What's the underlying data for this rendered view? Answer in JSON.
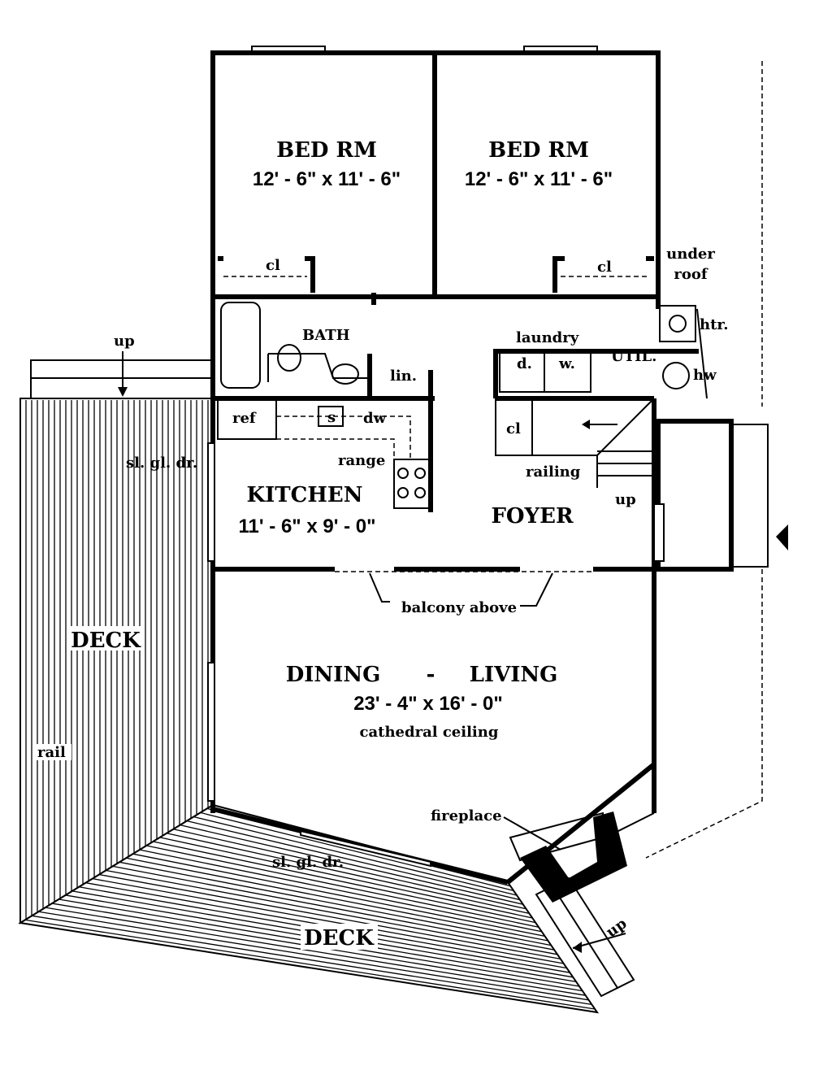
{
  "title": "Floor Plan",
  "rooms": {
    "bed1": {
      "name": "BED RM",
      "size": "12' - 6\" x 11' - 6\"",
      "closet": "cl"
    },
    "bed2": {
      "name": "BED RM",
      "size": "12' - 6\" x 11' - 6\"",
      "closet": "cl"
    },
    "bath": {
      "name": "BATH",
      "linen": "lin."
    },
    "laundry": {
      "name": "laundry",
      "dryer": "d.",
      "washer": "w."
    },
    "util": {
      "name": "UTIL.",
      "heater": "htr.",
      "hot_water": "hw",
      "under_roof_1": "under",
      "under_roof_2": "roof"
    },
    "kitchen": {
      "name": "KITCHEN",
      "size": "11' - 6\" x 9' - 0\"",
      "ref": "ref",
      "sink": "s",
      "dw": "dw",
      "range": "range",
      "door": "sl. gl. dr."
    },
    "foyer": {
      "name": "FOYER",
      "closet": "cl",
      "railing": "railing",
      "up": "up"
    },
    "dining_living": {
      "name_1": "DINING",
      "dash": "-",
      "name_2": "LIVING",
      "size": "23' - 4\" x 16' - 0\"",
      "ceiling": "cathedral ceiling",
      "balcony": "balcony above",
      "fireplace": "fireplace",
      "door": "sl. gl. dr."
    },
    "deck_left": {
      "name": "DECK",
      "rail": "rail",
      "up": "up"
    },
    "deck_bottom": {
      "name": "DECK",
      "up": "up"
    }
  }
}
